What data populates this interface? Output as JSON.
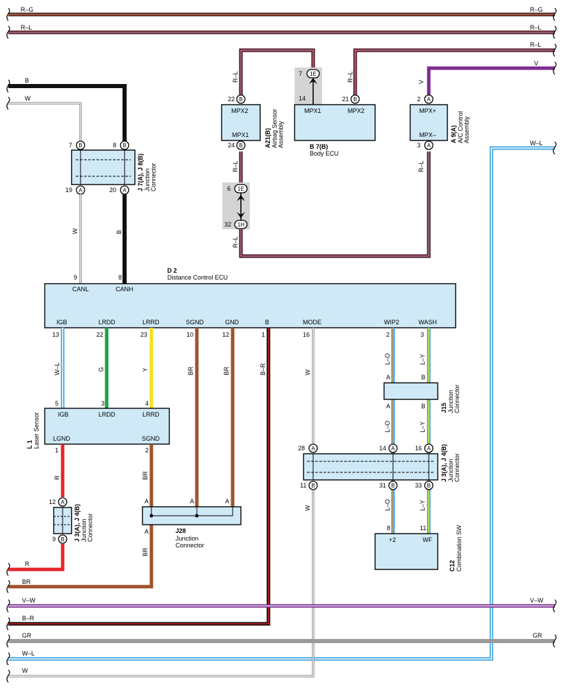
{
  "colors": {
    "R": "#e8242b",
    "W": "#ffffff",
    "B": "#111111",
    "L": "#3aa0e0",
    "G": "#1aa04a",
    "Y": "#f7e017",
    "BR": "#a0522d",
    "V": "#7b2c8f",
    "GR": "#9a9a9a",
    "O": "#f39a1e",
    "box_fill": "#cfe9f7"
  },
  "wires": {
    "top_rg": "R–G",
    "top_rl": "R–L",
    "rl_mpx": "R–L",
    "v_mpx": "V",
    "b_can": "B",
    "w_can": "W",
    "wl_right": "W–L",
    "d2_w": "W",
    "d2_b": "B",
    "ab_rl_top": "R–L",
    "ab_rl_bot": "R–L",
    "ab_rl_low": "R–L",
    "bcm_rl": "R–L",
    "igb_wl": "W–L",
    "lrdd_g": "G",
    "lrrd_y": "Y",
    "sgnd_br": "BR",
    "gnd_br": "BR",
    "b_br": "B–R",
    "mode_w": "W",
    "wip2_lo": "L–O",
    "wash_ly": "L–Y",
    "l1_r": "R",
    "l1_br": "BR",
    "j28_br": "BR",
    "j3_w": "W",
    "j3_lo": "L–O",
    "j3_ly": "L–Y",
    "bot_r": "R",
    "bot_br": "BR",
    "bot_vw": "V–W",
    "bot_br2": "B–R",
    "bot_gr": "GR",
    "bot_wl": "W–L",
    "bot_w": "W"
  },
  "components": {
    "d2": {
      "code": "D 2",
      "name": "Distance Control ECU",
      "terms_top": [
        "CANL",
        "CANH"
      ],
      "terms_bottom": [
        "IGB",
        "LRDD",
        "LRRD",
        "SGND",
        "GND",
        "B",
        "MODE",
        "WIP2",
        "WASH"
      ],
      "pins_top": [
        "9",
        "8"
      ],
      "pins_bottom": [
        "13",
        "22",
        "23",
        "10",
        "12",
        "1",
        "16",
        "2",
        "3"
      ]
    },
    "j7": {
      "code": "J 7(A), J 8(B)",
      "name1": "Junction",
      "name2": "Connector",
      "pins": [
        "7",
        "8",
        "19",
        "20"
      ],
      "letters": [
        "B",
        "B",
        "A",
        "A"
      ]
    },
    "a21": {
      "code": "A21(B)",
      "name1": "Airbag Sensor",
      "name2": "Assembly",
      "terms": [
        "MPX2",
        "MPX1"
      ],
      "pins": [
        "22",
        "24"
      ],
      "letter": "B"
    },
    "b7": {
      "code": "B 7(B)",
      "name": "Body ECU",
      "terms": [
        "MPX1",
        "MPX2"
      ],
      "pins": [
        "14",
        "21"
      ],
      "letter": "B"
    },
    "a9": {
      "code": "A 9(A)",
      "name1": "A/C Control",
      "name2": "Assembly",
      "terms": [
        "MPX+",
        "MPX–"
      ],
      "pins": [
        "2",
        "3"
      ],
      "letter": "A"
    },
    "conn_1e_top": {
      "pin": "7",
      "label": "1E"
    },
    "conn_1e": {
      "pin": "6",
      "label": "1E"
    },
    "conn_1h": {
      "pin": "32",
      "label": "1H"
    },
    "l1": {
      "code": "L 1",
      "name": "Laser Sensor",
      "terms": [
        "IGB",
        "LRDD",
        "LRRD",
        "LGND",
        "SGND"
      ],
      "pins": [
        "5",
        "3",
        "4",
        "1",
        "2"
      ]
    },
    "j3small": {
      "code": "J 3(A), J 4(B)",
      "name1": "Junction",
      "name2": "Connector",
      "pins": [
        "12",
        "9"
      ],
      "letters": [
        "A",
        "B"
      ]
    },
    "j28": {
      "code": "J28",
      "name1": "Junction",
      "name2": "Connector",
      "letters": [
        "A",
        "A",
        "A",
        "A"
      ]
    },
    "j15": {
      "code": "J15",
      "name1": "Junction",
      "name2": "Connector",
      "letters": [
        "A",
        "B",
        "A",
        "B"
      ]
    },
    "j3big": {
      "code": "J 3(A), J 4(B)",
      "name1": "Junction",
      "name2": "Connector",
      "pins_top": [
        "28",
        "14",
        "16"
      ],
      "pins_bottom": [
        "11",
        "31",
        "33"
      ],
      "letters_top": [
        "A",
        "A",
        "A"
      ],
      "letters_bottom": [
        "B",
        "B",
        "B"
      ]
    },
    "c12": {
      "code": "C12",
      "name": "Combination SW",
      "terms": [
        "+2",
        "WF"
      ],
      "pins": [
        "8",
        "11"
      ]
    }
  }
}
